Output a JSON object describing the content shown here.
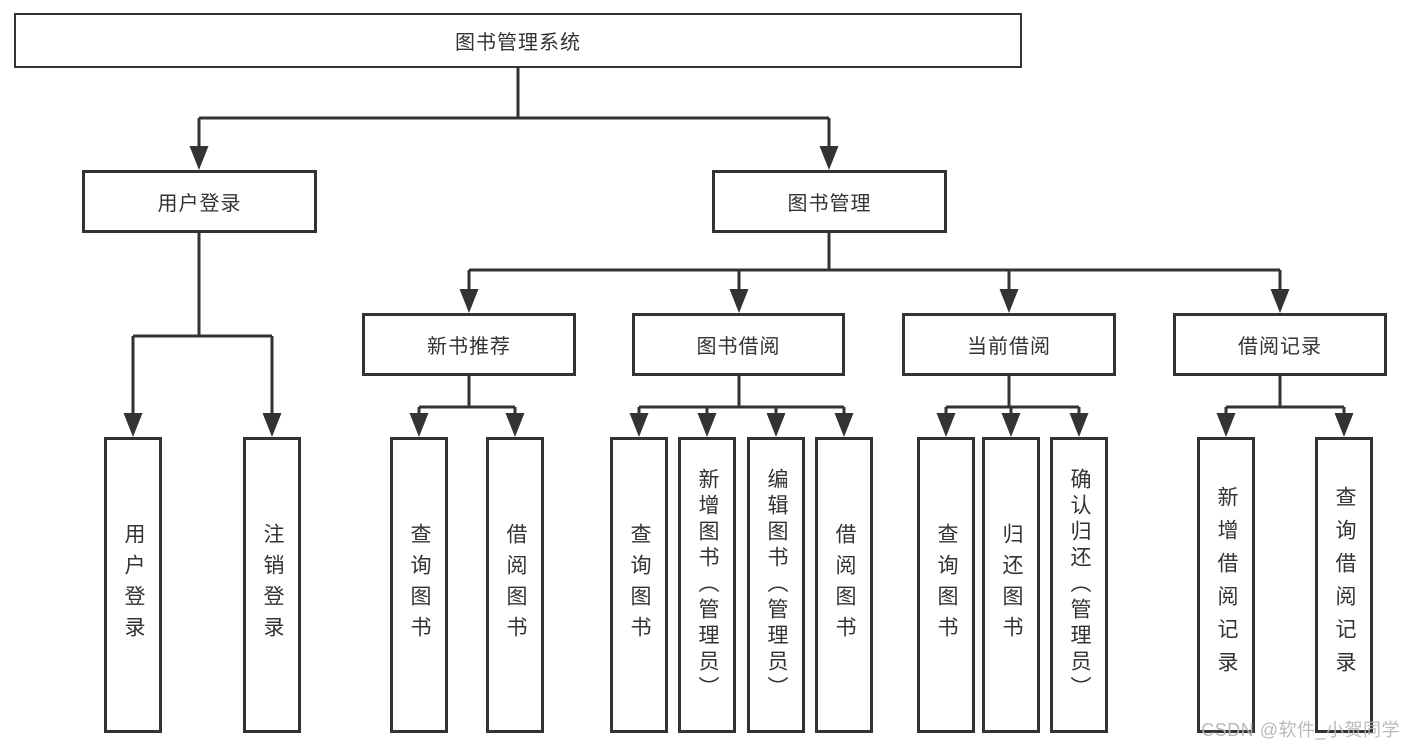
{
  "tree": {
    "root": {
      "label": "图书管理系统"
    },
    "branches": [
      {
        "label": "用户登录",
        "children": [
          {
            "label": "用户登录"
          },
          {
            "label": "注销登录"
          }
        ]
      },
      {
        "label": "图书管理",
        "groups": [
          {
            "label": "新书推荐",
            "children": [
              {
                "label": "查询图书"
              },
              {
                "label": "借阅图书"
              }
            ]
          },
          {
            "label": "图书借阅",
            "children": [
              {
                "label": "查询图书"
              },
              {
                "label": "新增图书（管理员）"
              },
              {
                "label": "编辑图书（管理员）"
              },
              {
                "label": "借阅图书"
              }
            ]
          },
          {
            "label": "当前借阅",
            "children": [
              {
                "label": "查询图书"
              },
              {
                "label": "归还图书"
              },
              {
                "label": "确认归还（管理员）"
              }
            ]
          },
          {
            "label": "借阅记录",
            "children": [
              {
                "label": "新增借阅记录"
              },
              {
                "label": "查询借阅记录"
              }
            ]
          }
        ]
      }
    ]
  },
  "watermark": "CSDN @软件_小贺同学",
  "colors": {
    "line": "#333333",
    "text": "#333333",
    "box_background": "#ffffff",
    "watermark": "#b2b6bc"
  }
}
